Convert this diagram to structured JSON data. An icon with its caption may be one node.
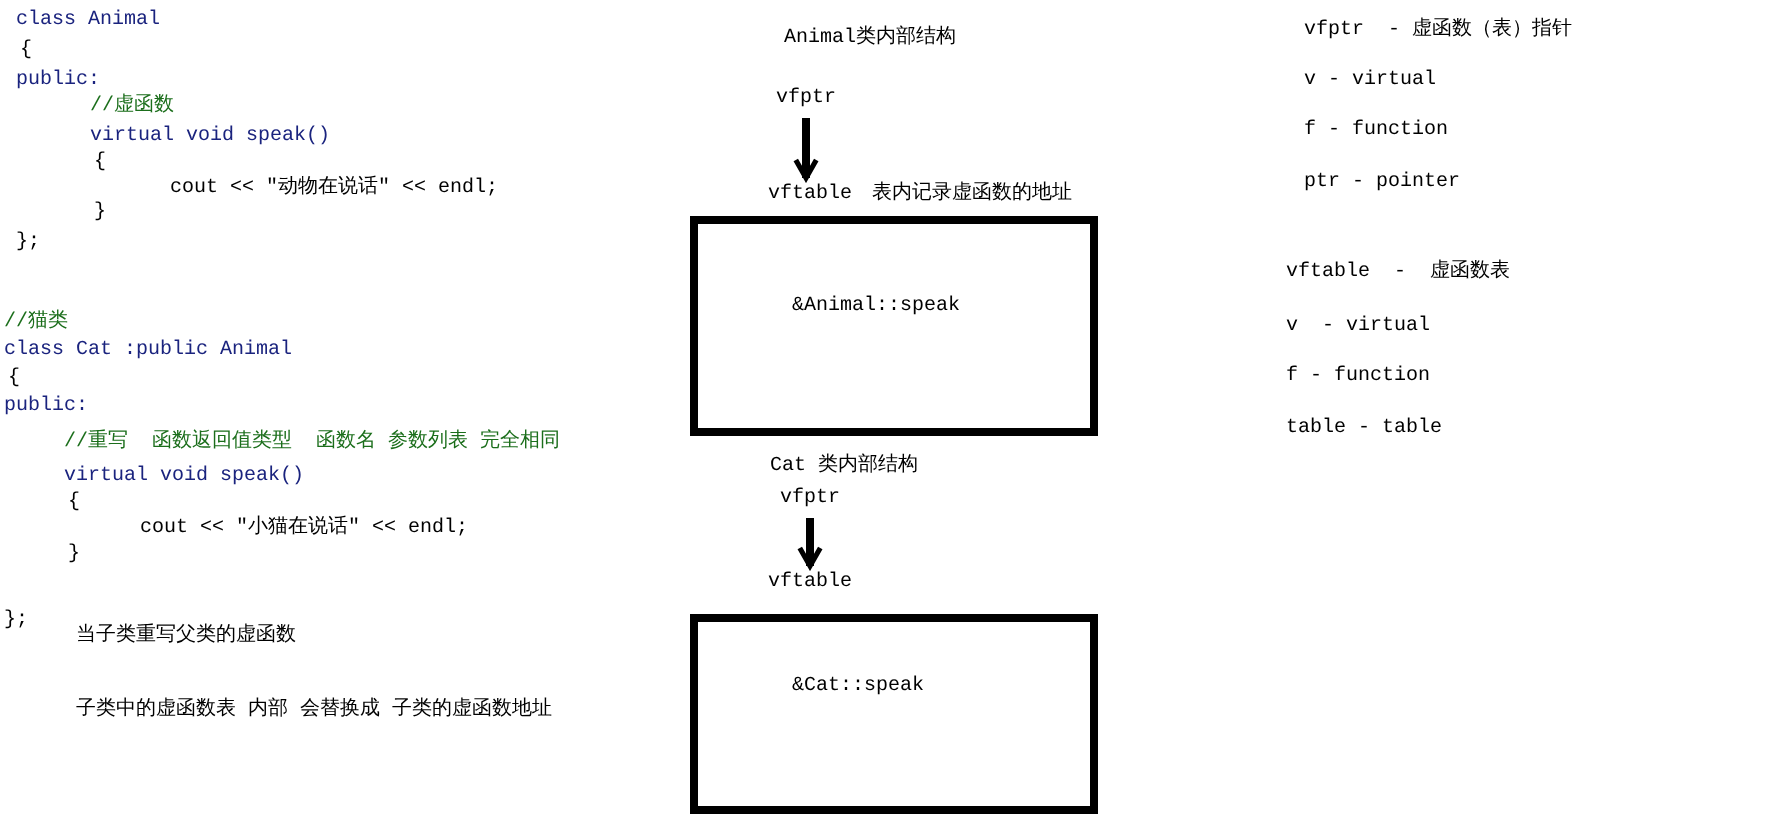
{
  "diagram": {
    "nodes": [
      {
        "text": [
          "vfptr"
        ]
      },
      {
        "text": [
          "vftable"
        ],
        "beside": [
          "表内记录虚函数的地址"
        ]
      },
      {
        "text": [
          "&Animal::speak"
        ]
      },
      {
        "text": [
          "vfptr"
        ]
      },
      {
        "text": [
          "vftable"
        ]
      },
      {
        "text": [
          "&Cat::speak"
        ]
      }
    ],
    "edges": [
      {
        "from": 0,
        "to": 1,
        "arrow": "to"
      },
      {
        "from": 3,
        "to": 4,
        "arrow": "to"
      }
    ],
    "labels": [
      "class Animal",
      "{",
      "public:",
      "//虚函数",
      "virtual void speak()",
      "{",
      "cout << \"动物在说话\" << endl;",
      "}",
      "};",
      "//猫类",
      "class Cat :public Animal",
      "{",
      "public:",
      "//重写  函数返回值类型  函数名 参数列表 完全相同",
      "virtual void speak()",
      "{",
      "cout << \"小猫在说话\" << endl;",
      "}",
      "};",
      "当子类重写父类的虚函数",
      "子类中的虚函数表 内部 会替换成 子类的虚函数地址",
      "Animal类内部结构",
      "Cat 类内部结构",
      "vfptr  - 虚函数（表）指针",
      "v - virtual",
      "f - function",
      "ptr - pointer",
      "vftable  -  虚函数表",
      "v  - virtual",
      "f - function",
      "table - table"
    ]
  }
}
